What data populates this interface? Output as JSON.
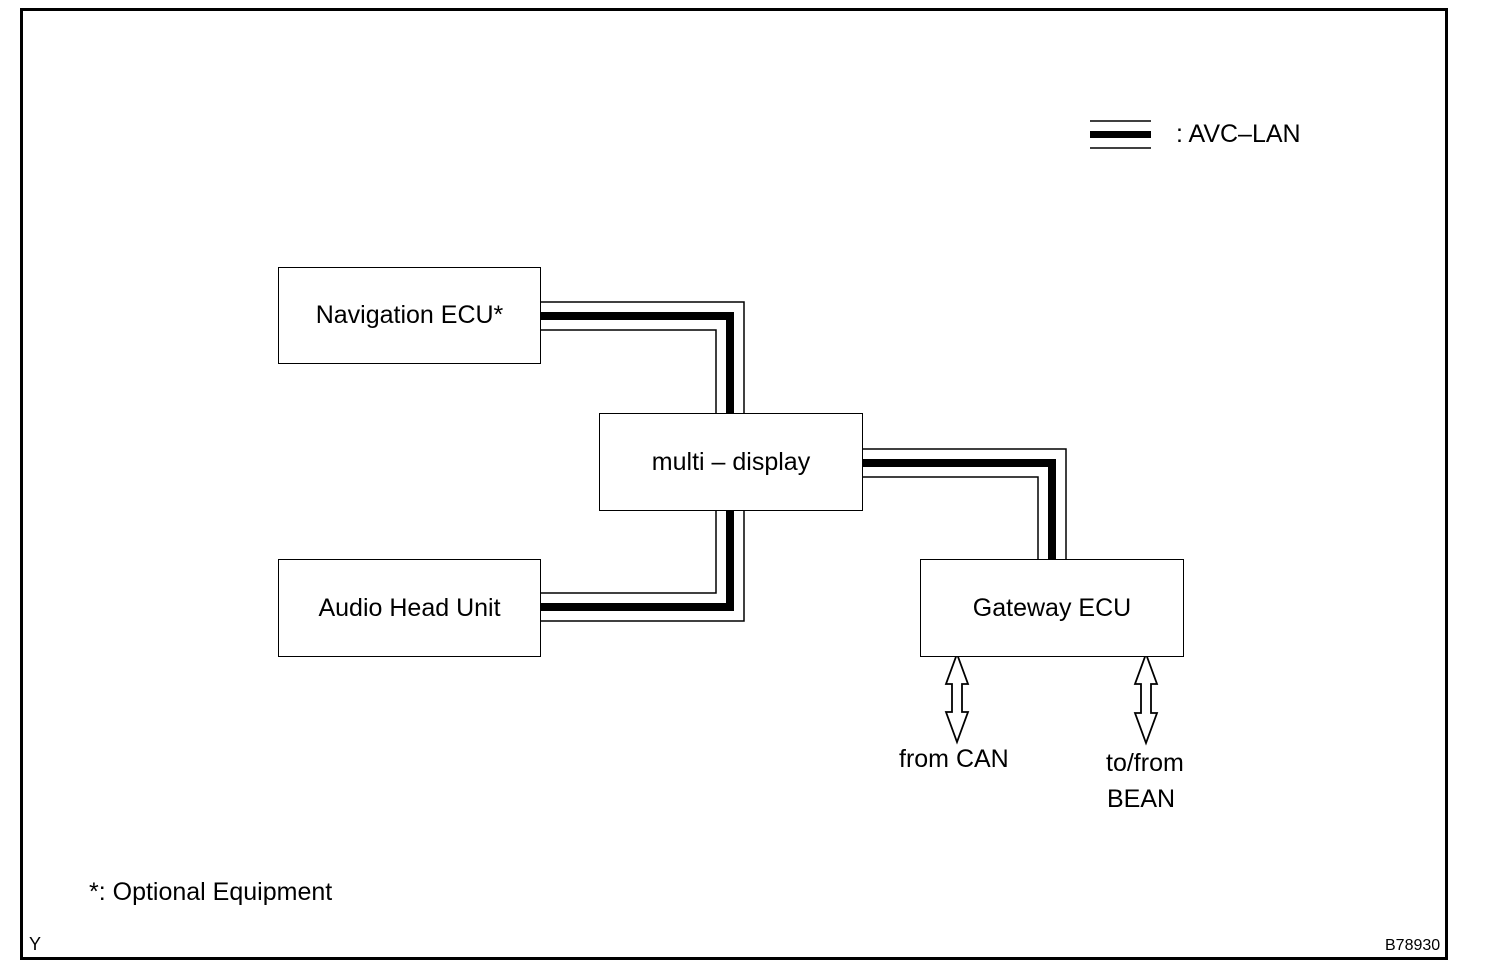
{
  "legend": {
    "label": ": AVC–LAN"
  },
  "nodes": {
    "navigation": "Navigation ECU*",
    "multi_display": "multi – display",
    "audio": "Audio Head Unit",
    "gateway": "Gateway ECU"
  },
  "connections": {
    "can": "from CAN",
    "bean_line1": "to/from",
    "bean_line2": "BEAN"
  },
  "footnote": "*: Optional Equipment",
  "corner_left": "Y",
  "corner_right": "B78930"
}
